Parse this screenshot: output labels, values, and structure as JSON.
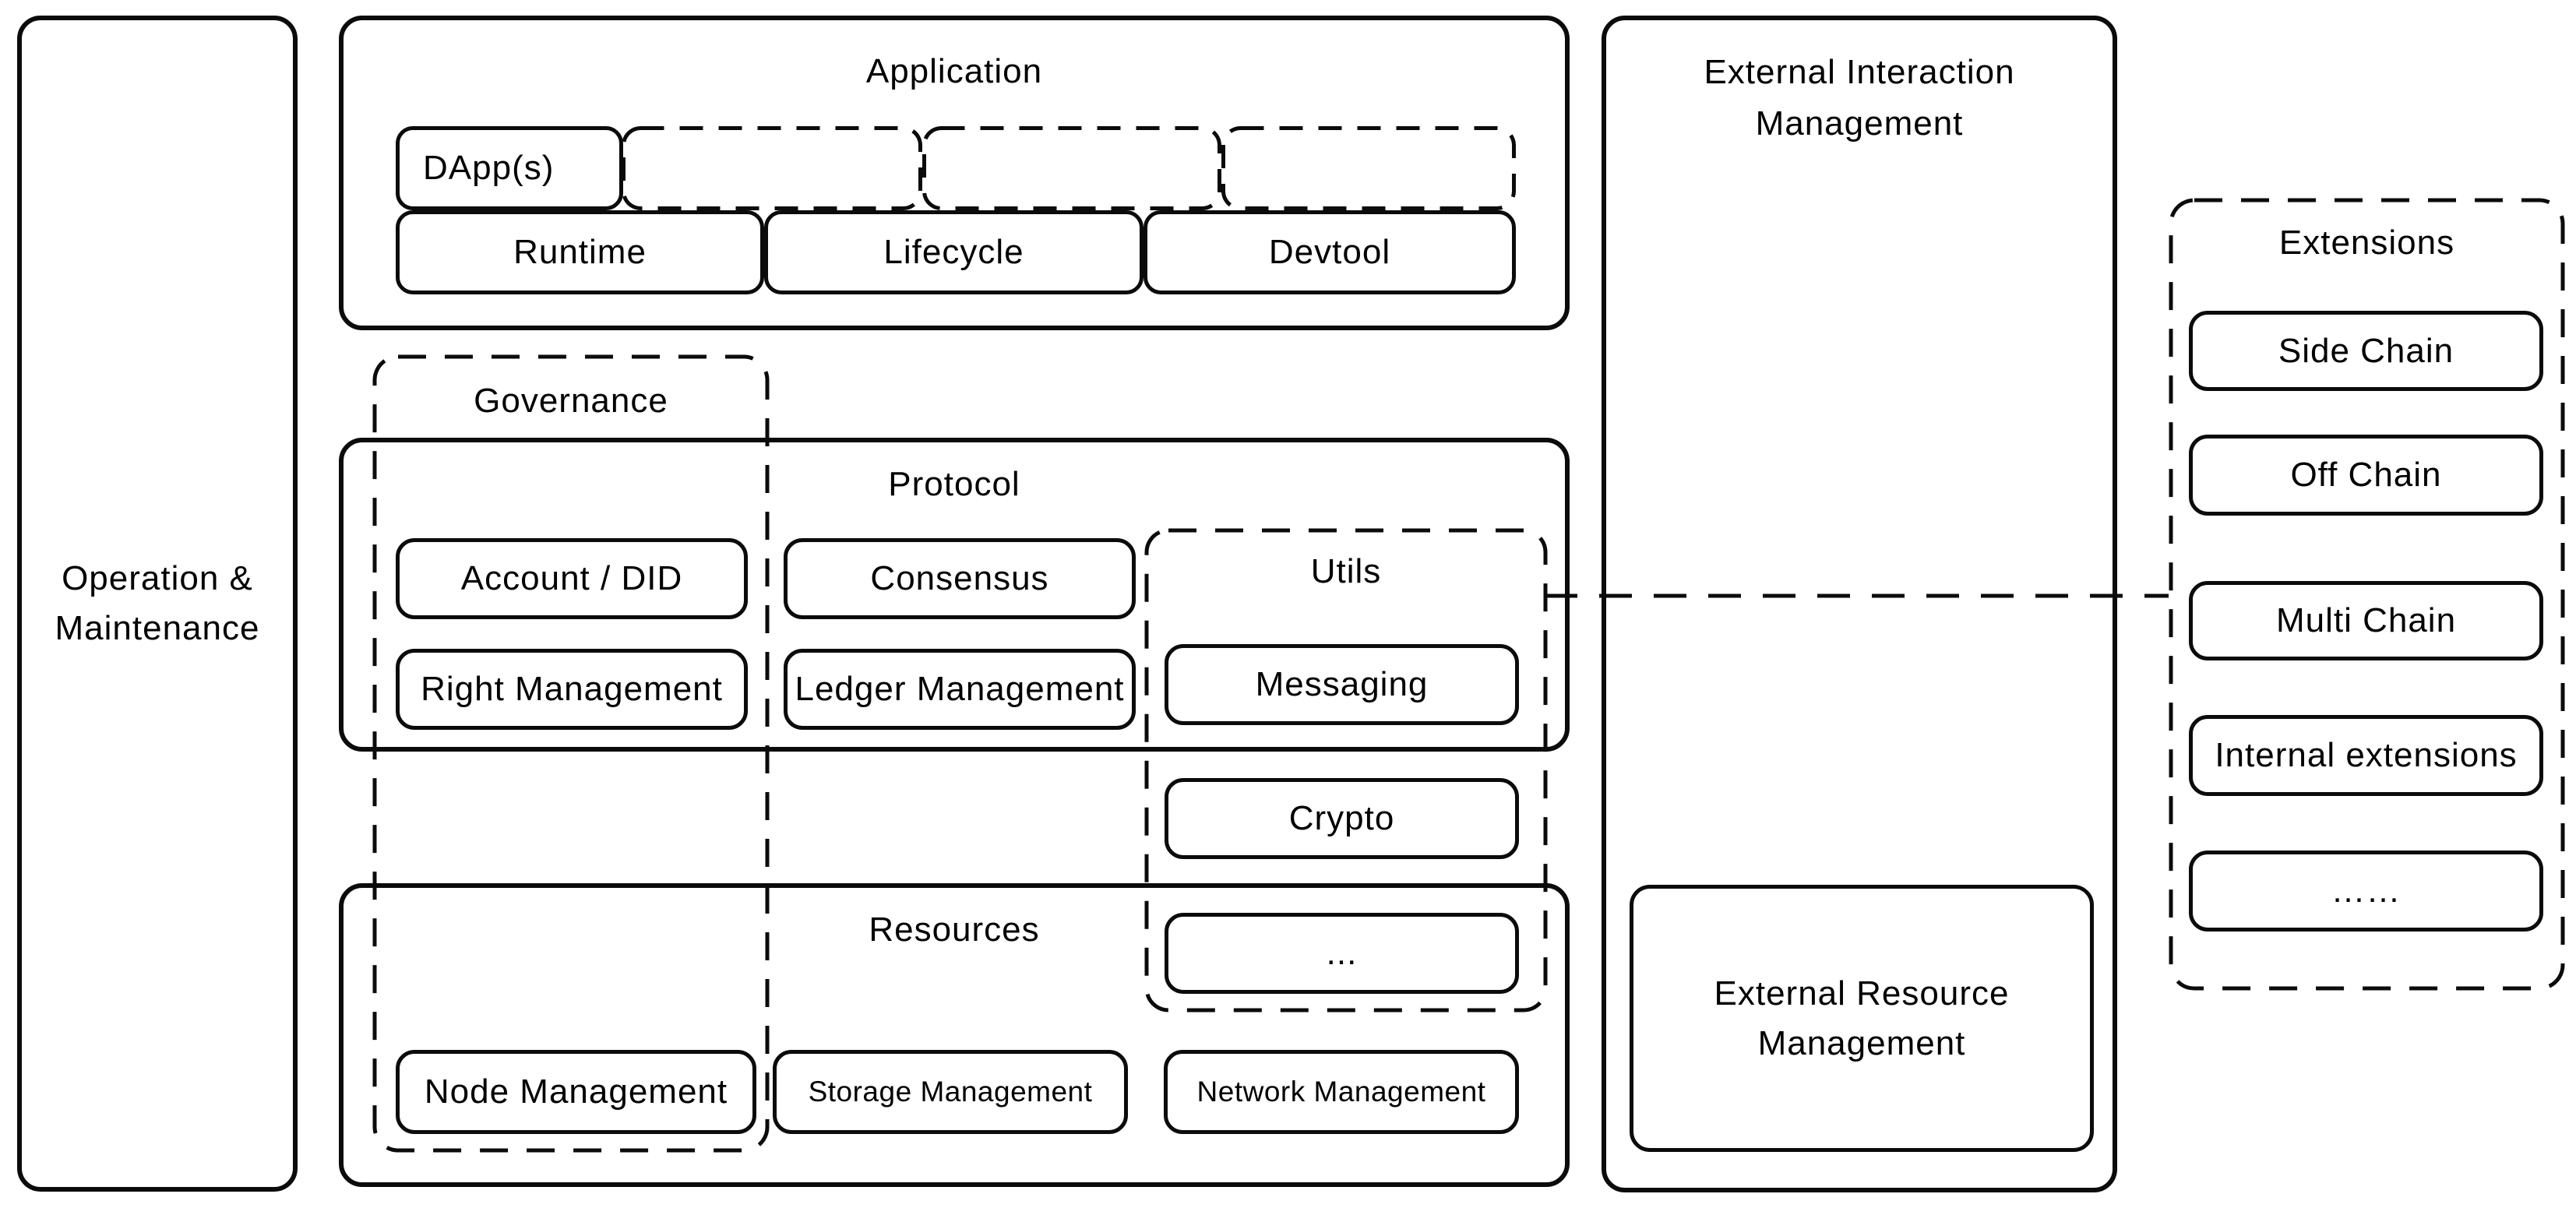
{
  "operation_maintenance": {
    "label": "Operation &\nMaintenance"
  },
  "application": {
    "title": "Application",
    "dapps_label": "DApp(s)",
    "runtime": "Runtime",
    "lifecycle": "Lifecycle",
    "devtool": "Devtool"
  },
  "governance": {
    "title": "Governance"
  },
  "protocol": {
    "title": "Protocol",
    "account_did": "Account / DID",
    "consensus": "Consensus",
    "right_management": "Right Management",
    "ledger_management": "Ledger Management"
  },
  "utils": {
    "title": "Utils",
    "messaging": "Messaging",
    "crypto": "Crypto",
    "more": "..."
  },
  "resources": {
    "title": "Resources",
    "node_management": "Node Management",
    "storage_management": "Storage Management",
    "network_management": "Network Management"
  },
  "external_interaction": {
    "title": "External Interaction\nManagement",
    "external_resource": "External Resource\nManagement"
  },
  "extensions": {
    "title": "Extensions",
    "items": [
      "Side Chain",
      "Off Chain",
      "Multi Chain",
      "Internal extensions",
      "……"
    ]
  },
  "colors": {
    "line": "#0b0b0b",
    "text": "#000000",
    "background": "#ffffff"
  }
}
